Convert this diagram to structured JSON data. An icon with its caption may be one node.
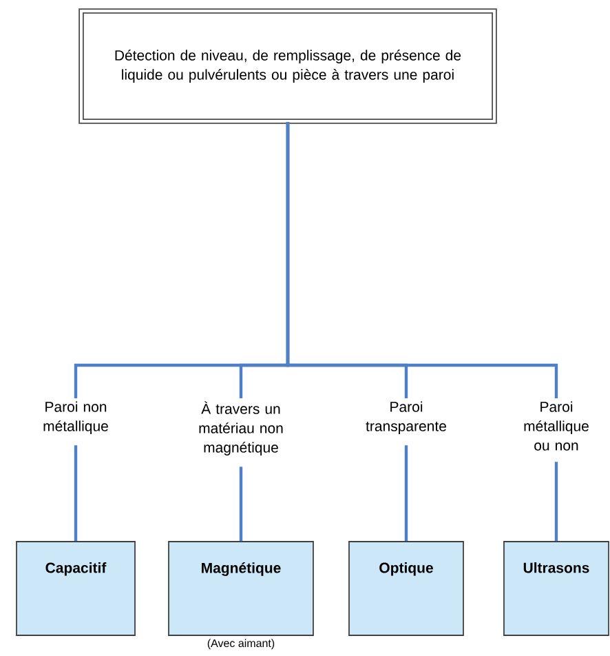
{
  "diagram": {
    "nodes": [
      {
        "text": [
          "Détection de niveau, de remplissage, de présence de liquide ou pulvérulents ou pièce à travers une paroi"
        ]
      },
      {
        "text": [
          "Paroi non métallique"
        ]
      },
      {
        "text": [
          "À travers un matériau non magnétique"
        ]
      },
      {
        "text": [
          "Paroi transparente"
        ]
      },
      {
        "text": [
          "Paroi métallique ou non"
        ]
      },
      {
        "text": [
          "Capacitif"
        ]
      },
      {
        "text": [
          "Magnétique"
        ],
        "beside": [
          "(Avec aimant)"
        ]
      },
      {
        "text": [
          "Optique"
        ]
      },
      {
        "text": [
          "Ultrasons"
        ]
      }
    ],
    "edges": [
      {
        "from": 0,
        "to": 1,
        "arrow": "none"
      },
      {
        "from": 0,
        "to": 2,
        "arrow": "none"
      },
      {
        "from": 0,
        "to": 3,
        "arrow": "none"
      },
      {
        "from": 0,
        "to": 4,
        "arrow": "none"
      },
      {
        "from": 1,
        "to": 5,
        "arrow": "none"
      },
      {
        "from": 2,
        "to": 6,
        "arrow": "none"
      },
      {
        "from": 3,
        "to": 7,
        "arrow": "none"
      },
      {
        "from": 4,
        "to": 8,
        "arrow": "none"
      }
    ]
  }
}
